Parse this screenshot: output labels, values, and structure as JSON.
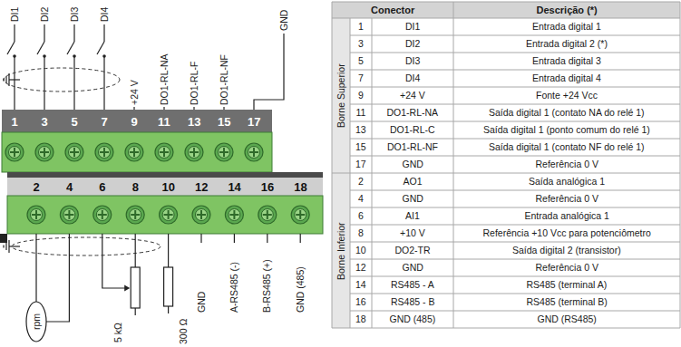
{
  "diagram": {
    "labels": [
      "DI1",
      "DI2",
      "DI3",
      "DI4",
      "+24 V",
      "DO1-RL-NA",
      "DO1-RL-F",
      "DO1-RL-NF",
      "GND",
      "1",
      "3",
      "5",
      "7",
      "9",
      "11",
      "13",
      "15",
      "17",
      "2",
      "4",
      "6",
      "8",
      "10",
      "12",
      "14",
      "16",
      "18",
      "rpm",
      "5 kΩ",
      "300 Ω",
      "GND",
      "A-RS485 (-)",
      "B-RS485 (+)",
      "GND (485)",
      "Conector",
      "Descrição (*)",
      "Borne Superior",
      "Borne Inferior",
      "1",
      "DI1",
      "Entrada digital 1",
      "3",
      "DI2",
      "Entrada digital 2 (*)",
      "5",
      "DI3",
      "Entrada digital 3",
      "7",
      "DI4",
      "Entrada digital 4",
      "9",
      "+24 V",
      "Fonte +24 Vcc",
      "11",
      "DO1-RL-NA",
      "Saída digital 1 (contato NA do relé 1)",
      "13",
      "DO1-RL-C",
      "Saída digital 1 (ponto comum do relé 1)",
      "15",
      "DO1-RL-NF",
      "Saída digital 1 (contato NF do relé 1)",
      "17",
      "GND",
      "Referência 0 V",
      "2",
      "AO1",
      "Saída analógica 1",
      "4",
      "GND",
      "Referência 0 V",
      "6",
      "AI1",
      "Entrada analógica 1",
      "8",
      "+10 V",
      "Referência +10 Vcc para potenciômetro",
      "10",
      "DO2-TR",
      "Saída digital 2 (transistor)",
      "12",
      "GND",
      "Referência 0 V",
      "14",
      "RS485 - A",
      "RS485 (terminal A)",
      "16",
      "RS485 - B",
      "RS485 (terminal B)",
      "18",
      "GND (485)",
      "GND (RS485)"
    ]
  }
}
